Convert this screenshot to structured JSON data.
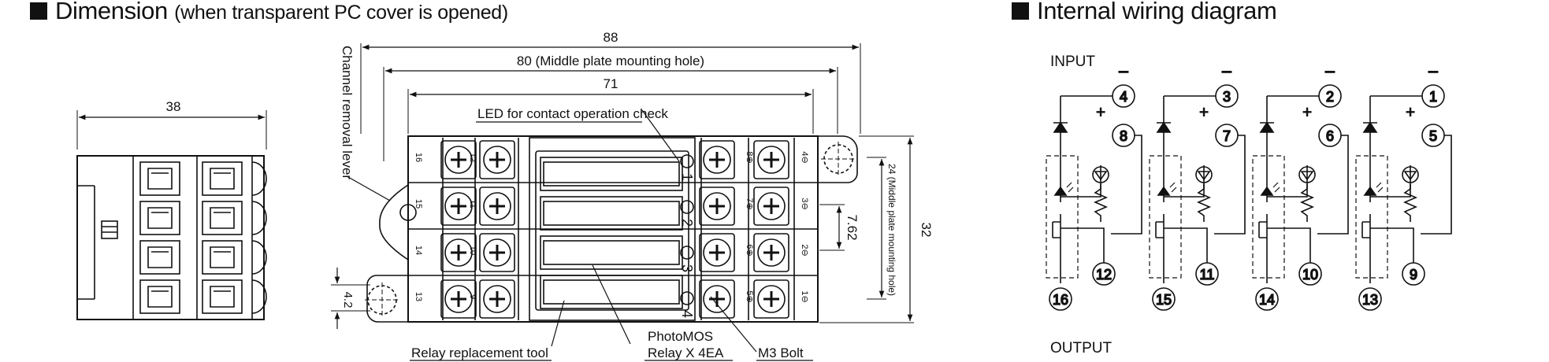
{
  "headings": {
    "dimension": "Dimension",
    "dimension_note": "(when transparent PC cover is opened)",
    "wiring": "Internal wiring diagram"
  },
  "dimensions": {
    "side_width": "38",
    "overall": "88",
    "middle_hole": "80 (Middle plate mounting hole)",
    "inner": "71",
    "height": "32",
    "middle_height": "24 (Middle plate mounting hole)",
    "pitch": "7.62",
    "tab": "4.2"
  },
  "callouts": {
    "lever": "Channel removal lever",
    "led": "LED for contact operation check",
    "tool": "Relay replacement tool",
    "relay_line1": "PhotoMOS",
    "relay_line2": "Relay X 4EA",
    "bolt": "M3 Bolt"
  },
  "terminals": {
    "left_outer": [
      "16",
      "15",
      "14",
      "13"
    ],
    "left_inner": [
      "12",
      "11",
      "10",
      "9"
    ],
    "right_inner": [
      "8⊕",
      "7⊕",
      "6⊕",
      "5⊕"
    ],
    "right_outer": [
      "4⊖",
      "3⊖",
      "2⊖",
      "1⊖"
    ],
    "led_marks": [
      "1",
      "2",
      "3",
      "4"
    ]
  },
  "wiring": {
    "input_label": "INPUT",
    "output_label": "OUTPUT",
    "minus": "−",
    "plus": "+",
    "channels": [
      {
        "neg": "4",
        "pos": "8",
        "out_a": "16",
        "out_b": "12"
      },
      {
        "neg": "3",
        "pos": "7",
        "out_a": "15",
        "out_b": "11"
      },
      {
        "neg": "2",
        "pos": "6",
        "out_a": "14",
        "out_b": "10"
      },
      {
        "neg": "1",
        "pos": "5",
        "out_a": "13",
        "out_b": "9"
      }
    ]
  }
}
